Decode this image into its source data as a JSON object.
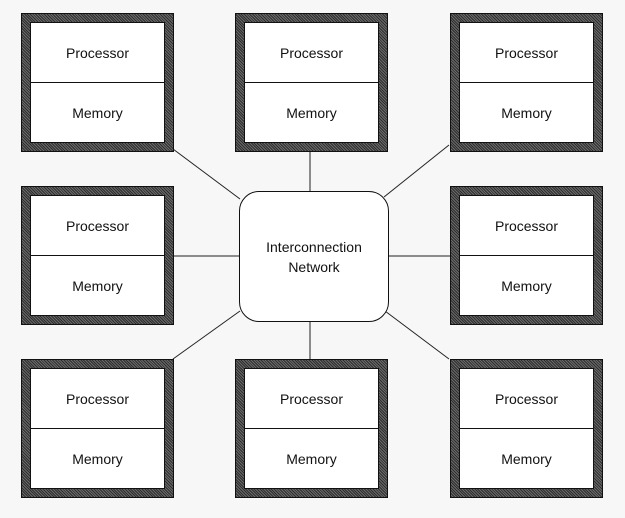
{
  "network": {
    "line1": "Interconnection",
    "line2": "Network"
  },
  "nodes": [
    {
      "processor": "Processor",
      "memory": "Memory"
    },
    {
      "processor": "Processor",
      "memory": "Memory"
    },
    {
      "processor": "Processor",
      "memory": "Memory"
    },
    {
      "processor": "Processor",
      "memory": "Memory"
    },
    {
      "processor": "Processor",
      "memory": "Memory"
    },
    {
      "processor": "Processor",
      "memory": "Memory"
    },
    {
      "processor": "Processor",
      "memory": "Memory"
    },
    {
      "processor": "Processor",
      "memory": "Memory"
    }
  ]
}
